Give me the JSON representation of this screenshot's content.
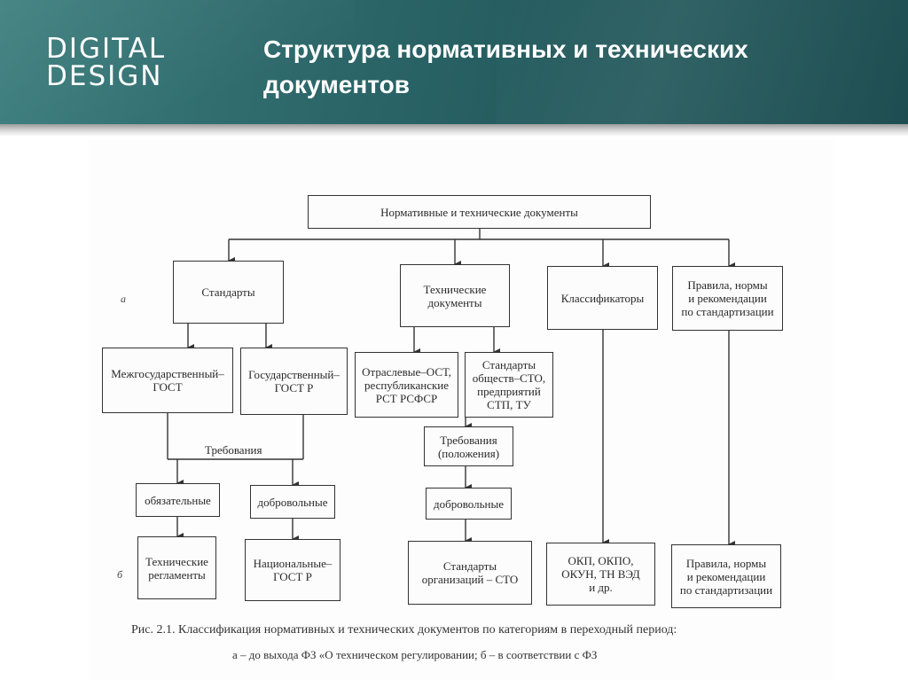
{
  "header": {
    "logo_line1": "DIGITAL",
    "logo_line2": "DESIGN",
    "title": "Структура нормативных и технических документов"
  },
  "diagram": {
    "root": "Нормативные и технические документы",
    "standards": "Стандарты",
    "tech_docs": "Технические\nдокументы",
    "classifiers": "Классификаторы",
    "rules": "Правила, нормы\nи рекомендации\nпо стандартизации",
    "interstate": "Межгосударственный–\nГОСТ",
    "state": "Государственный–\nГОСТ Р",
    "branch": "Отраслевые–ОСТ,\nреспубликанские\nРСТ РСФСР",
    "company_std": "Стандарты\nобществ–СТО,\nпредприятий\nСТП, ТУ",
    "requirements": "Требования",
    "requirements2": "Требования\n(положения)",
    "mandatory": "обязательные",
    "voluntary": "добровольные",
    "voluntary2": "добровольные",
    "tech_regulations": "Технические\nрегламенты",
    "national": "Национальные–\nГОСТ Р",
    "org_standards": "Стандарты\nорганизаций – СТО",
    "okp": "ОКП, ОКПО,\nОКУН, ТН ВЭД\nи др.",
    "rules_bottom": "Правила, нормы\nи рекомендации\nпо стандартизации",
    "side_a": "а",
    "side_b": "б"
  },
  "caption": {
    "line1": "Рис. 2.1. Классификация нормативных и технических документов по категориям в переходный период:",
    "line2": "а – до выхода ФЗ «О техническом регулировании; б – в соответствии с ФЗ"
  }
}
